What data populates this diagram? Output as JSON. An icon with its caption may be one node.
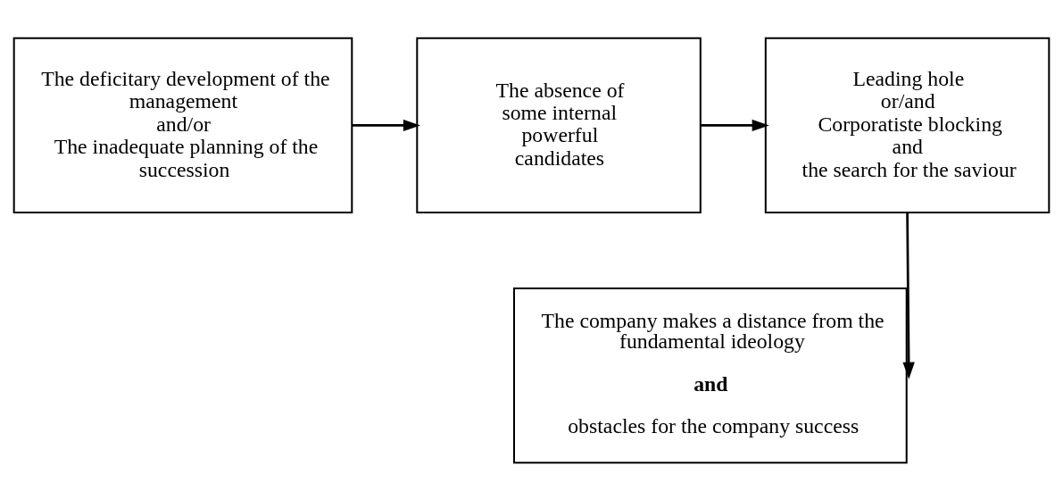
{
  "diagram": {
    "nodes": [
      {
        "text": [
          "The deficitary development of the management",
          "and/or",
          "The inadequate planning of the succession"
        ]
      },
      {
        "text": [
          "The absence of some internal powerful candidates"
        ]
      },
      {
        "text": [
          "Leading hole",
          "or/and",
          "Corporatiste blocking",
          "and",
          "the search for the saviour"
        ]
      },
      {
        "text": [
          "The company makes a distance from the fundamental ideology",
          "and",
          "obstacles for the company success"
        ]
      }
    ],
    "edges": [
      {
        "from": 0,
        "to": 1,
        "arrow": "to"
      },
      {
        "from": 1,
        "to": 2,
        "arrow": "to"
      },
      {
        "from": 2,
        "to": 3,
        "arrow": "to"
      }
    ]
  }
}
